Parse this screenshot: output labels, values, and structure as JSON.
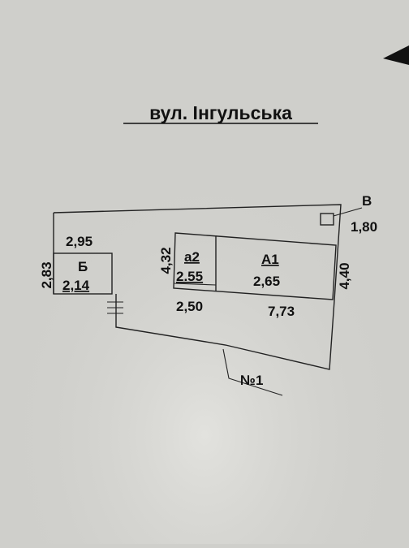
{
  "street": "вул. Інгульська",
  "labels": {
    "v_letter": "В",
    "v_area": "1,80",
    "b_width": "2,95",
    "b_depth": "2,83",
    "b_letter": "Б",
    "b_area": "2,14",
    "a2_depth": "4,32",
    "a2_letter": "а2",
    "a2_height": "2.55",
    "a2_width": "2,50",
    "a1_letter": "А1",
    "a1_height": "2,65",
    "a1_width": "7,73",
    "a1_depth": "4,40",
    "lot_number": "№1"
  },
  "colors": {
    "background": "#cfcfcb",
    "ink": "#111111"
  }
}
